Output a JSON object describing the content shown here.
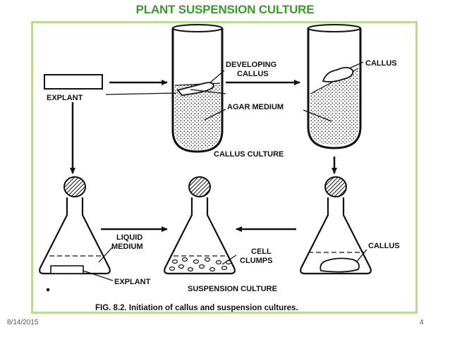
{
  "slide": {
    "title": "PLANT SUSPENSION CULTURE",
    "date": "8/14/2015",
    "page_number": "4"
  },
  "figure": {
    "labels": {
      "explant_top": "EXPLANT",
      "developing_callus_line1": "DEVELOPING",
      "developing_callus_line2": "CALLUS",
      "agar_medium": "AGAR MEDIUM",
      "callus_top": "CALLUS",
      "callus_culture": "CALLUS CULTURE",
      "liquid_medium_line1": "LIQUID",
      "liquid_medium_line2": "MEDIUM",
      "explant_bottom": "EXPLANT",
      "cell_clumps_line1": "CELL",
      "cell_clumps_line2": "CLUMPS",
      "callus_bottom": "CALLUS",
      "suspension_culture": "SUSPENSION CULTURE",
      "caption": "FIG. 8.2. Initiation of callus and suspension cultures."
    }
  }
}
